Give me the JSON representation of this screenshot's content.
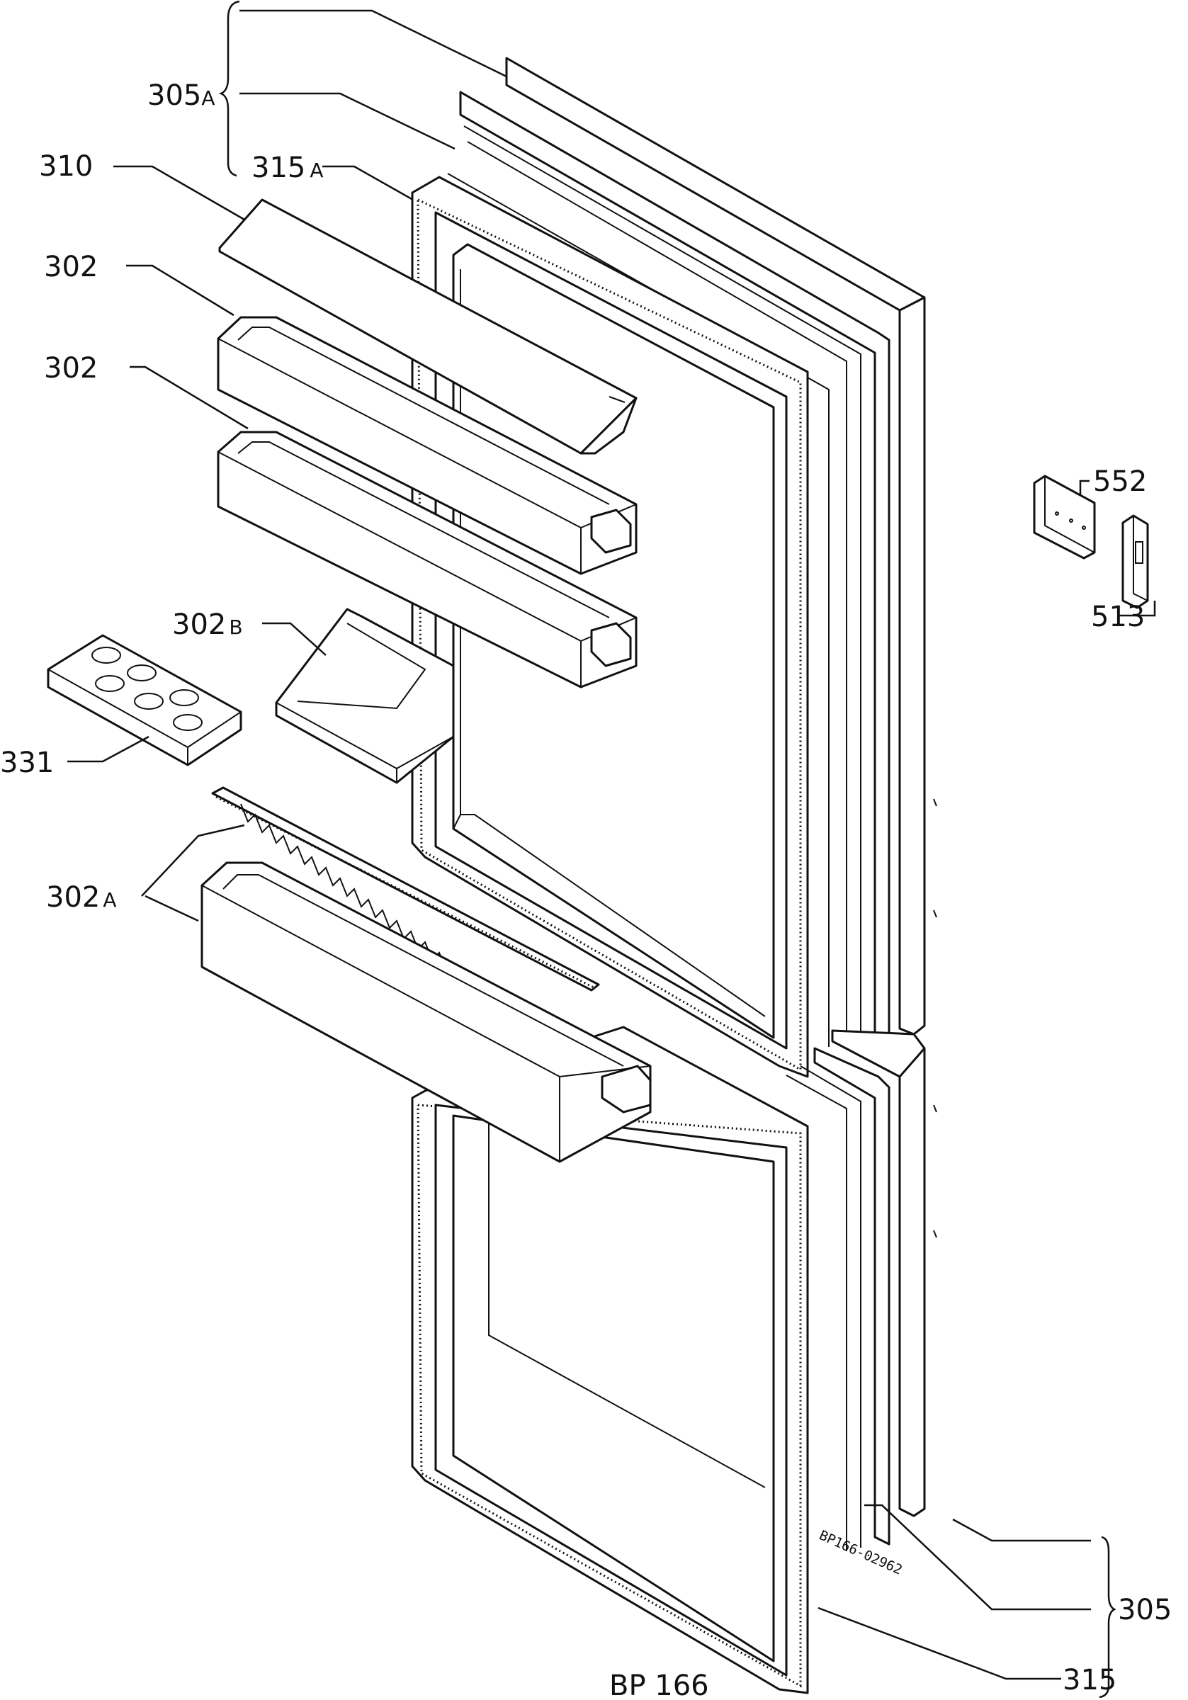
{
  "labels": {
    "p305A": "305",
    "p305A_suffix": "A",
    "p315A": "315",
    "p315A_suffix": "A",
    "p310": "310",
    "p302_top": "302",
    "p302_mid": "302",
    "p302B": "302",
    "p302B_suffix": "B",
    "p331": "331",
    "p302A": "302",
    "p302A_suffix": "A",
    "p552": "552",
    "p513": "513",
    "p305": "305",
    "p315": "315"
  },
  "drawing_code": "BP166-02962",
  "caption": "BP 166"
}
